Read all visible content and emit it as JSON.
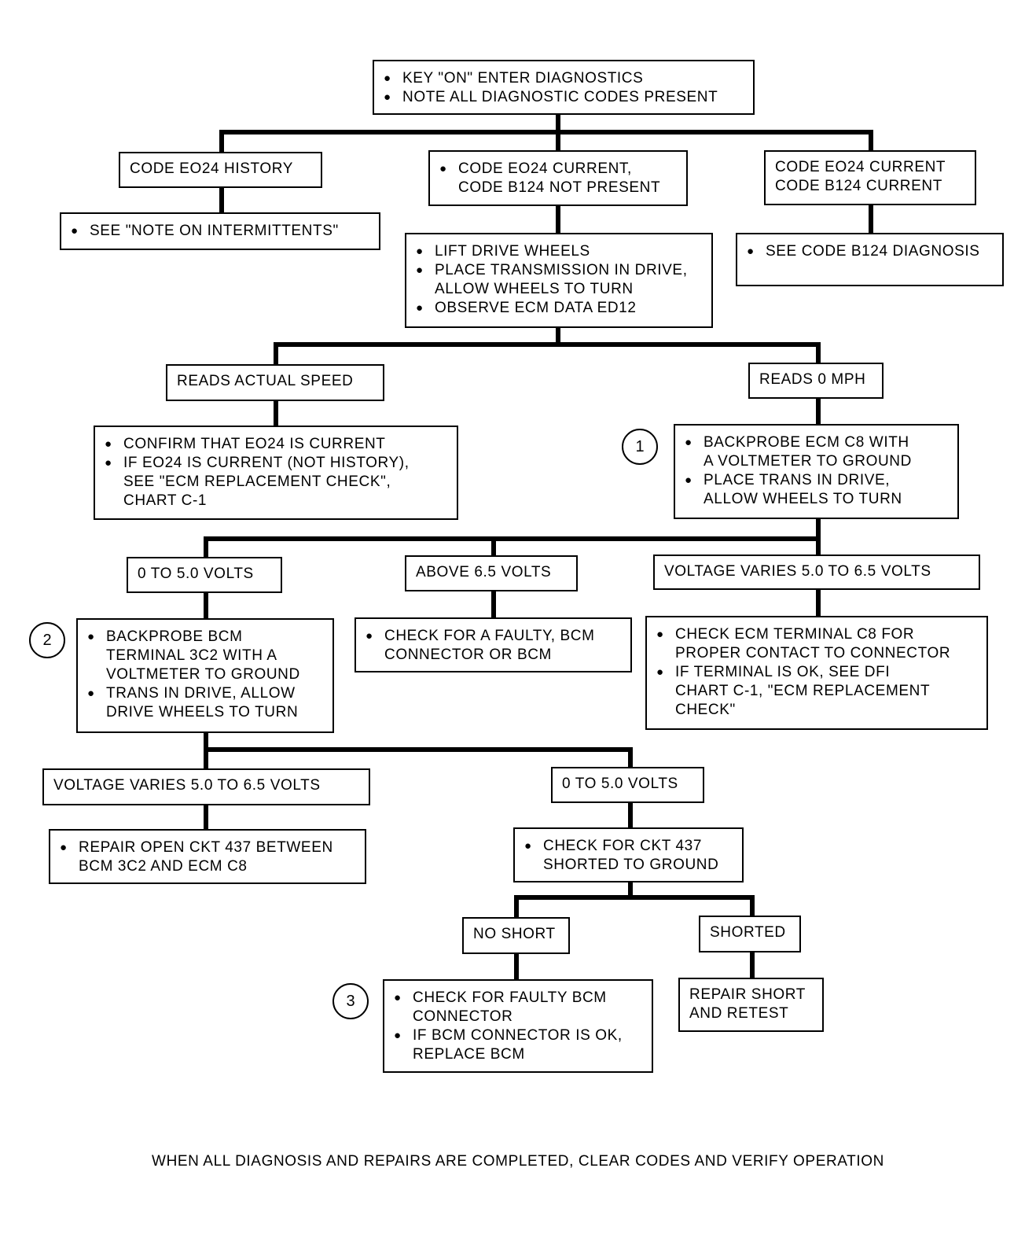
{
  "diagram": {
    "start": {
      "items": [
        "KEY \"ON\" ENTER DIAGNOSTICS",
        "NOTE ALL DIAGNOSTIC CODES PRESENT"
      ]
    },
    "branch_history": {
      "label": "CODE EO24 HISTORY"
    },
    "action_history": {
      "items": [
        "SEE \"NOTE ON INTERMITTENTS\""
      ]
    },
    "branch_current": {
      "items": [
        "CODE EO24 CURRENT,\nCODE B124 NOT PRESENT"
      ]
    },
    "action_current": {
      "items": [
        "LIFT DRIVE WHEELS",
        "PLACE TRANSMISSION IN DRIVE,\nALLOW WHEELS TO TURN",
        "OBSERVE ECM DATA ED12"
      ]
    },
    "branch_b124": {
      "label": "CODE EO24 CURRENT\nCODE B124 CURRENT"
    },
    "action_b124": {
      "items": [
        "SEE CODE B124 DIAGNOSIS"
      ]
    },
    "reads_actual": {
      "label": "READS ACTUAL SPEED"
    },
    "action_actual": {
      "items": [
        "CONFIRM THAT EO24 IS CURRENT",
        "IF EO24 IS CURRENT (NOT HISTORY),\nSEE \"ECM REPLACEMENT CHECK\",\nCHART C-1"
      ]
    },
    "reads_zero": {
      "label": "READS 0 MPH"
    },
    "step1": {
      "label": "1"
    },
    "action_zero": {
      "items": [
        "BACKPROBE ECM C8 WITH\nA VOLTMETER TO GROUND",
        "PLACE TRANS IN DRIVE,\nALLOW WHEELS TO TURN"
      ]
    },
    "volts_low_1": {
      "label": "0 TO 5.0 VOLTS"
    },
    "volts_high": {
      "label": "ABOVE 6.5 VOLTS"
    },
    "volts_vary_1": {
      "label": "VOLTAGE VARIES 5.0 TO 6.5 VOLTS"
    },
    "step2": {
      "label": "2"
    },
    "action_low_1": {
      "items": [
        "BACKPROBE BCM\nTERMINAL 3C2 WITH A\nVOLTMETER TO GROUND",
        "TRANS IN DRIVE, ALLOW\nDRIVE WHEELS TO TURN"
      ]
    },
    "action_high": {
      "items": [
        "CHECK FOR A FAULTY, BCM\nCONNECTOR OR BCM"
      ]
    },
    "action_vary_1": {
      "items": [
        "CHECK ECM TERMINAL C8 FOR\nPROPER CONTACT TO CONNECTOR",
        "IF TERMINAL IS OK, SEE DFI\nCHART C-1, \"ECM REPLACEMENT\nCHECK\""
      ]
    },
    "volts_vary_2": {
      "label": "VOLTAGE VARIES 5.0 TO 6.5 VOLTS"
    },
    "volts_low_2": {
      "label": "0 TO 5.0 VOLTS"
    },
    "action_vary_2": {
      "items": [
        "REPAIR OPEN CKT 437 BETWEEN\nBCM 3C2 AND ECM C8"
      ]
    },
    "action_low_2": {
      "items": [
        "CHECK FOR CKT 437\nSHORTED TO GROUND"
      ]
    },
    "no_short": {
      "label": "NO SHORT"
    },
    "shorted": {
      "label": "SHORTED"
    },
    "step3": {
      "label": "3"
    },
    "action_no_short": {
      "items": [
        "CHECK FOR FAULTY BCM\nCONNECTOR",
        "IF BCM CONNECTOR IS OK,\nREPLACE BCM"
      ]
    },
    "action_shorted": {
      "label": "REPAIR SHORT\nAND RETEST"
    }
  },
  "footer": "WHEN ALL DIAGNOSIS AND REPAIRS ARE COMPLETED, CLEAR CODES AND VERIFY OPERATION"
}
